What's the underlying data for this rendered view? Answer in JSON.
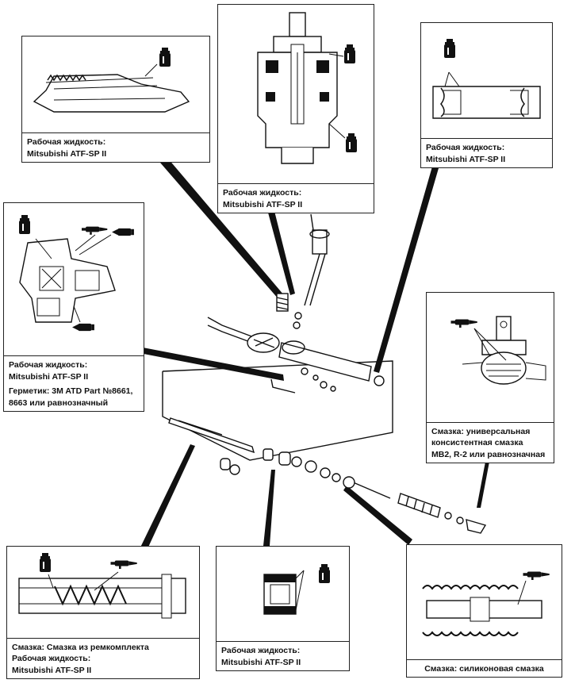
{
  "panels": {
    "top_left": {
      "lines": [
        "Рабочая жидкость:",
        "Mitsubishi ATF-SP II"
      ]
    },
    "top_center": {
      "lines": [
        "Рабочая жидкость:",
        "Mitsubishi ATF-SP II"
      ]
    },
    "top_right": {
      "lines": [
        "Рабочая жидкость:",
        "Mitsubishi ATF-SP II"
      ]
    },
    "mid_left": {
      "lines": [
        "Рабочая жидкость:",
        "Mitsubishi ATF-SP II"
      ],
      "sealant": [
        "Герметик: 3M ATD Part №8661,",
        "8663 или равнозначный"
      ]
    },
    "mid_right": {
      "lines": [
        "Смазка: универсальная",
        "консистентная смазка",
        "MB2, R-2 или равнозначная"
      ]
    },
    "bottom_left": {
      "lines": [
        "Смазка: Смазка из ремкомплекта",
        "Рабочая жидкость:",
        "Mitsubishi ATF-SP II"
      ]
    },
    "bottom_center": {
      "lines": [
        "Рабочая жидкость:",
        "Mitsubishi ATF-SP II"
      ]
    },
    "bottom_right": {
      "lines": [
        "Смазка: силиконовая смазка"
      ]
    }
  },
  "icons": {
    "fluid_can": "fluid-can-icon",
    "grease_gun": "grease-gun-icon",
    "sealant_tube": "sealant-tube-icon"
  },
  "colors": {
    "line": "#111111",
    "background": "#ffffff"
  }
}
